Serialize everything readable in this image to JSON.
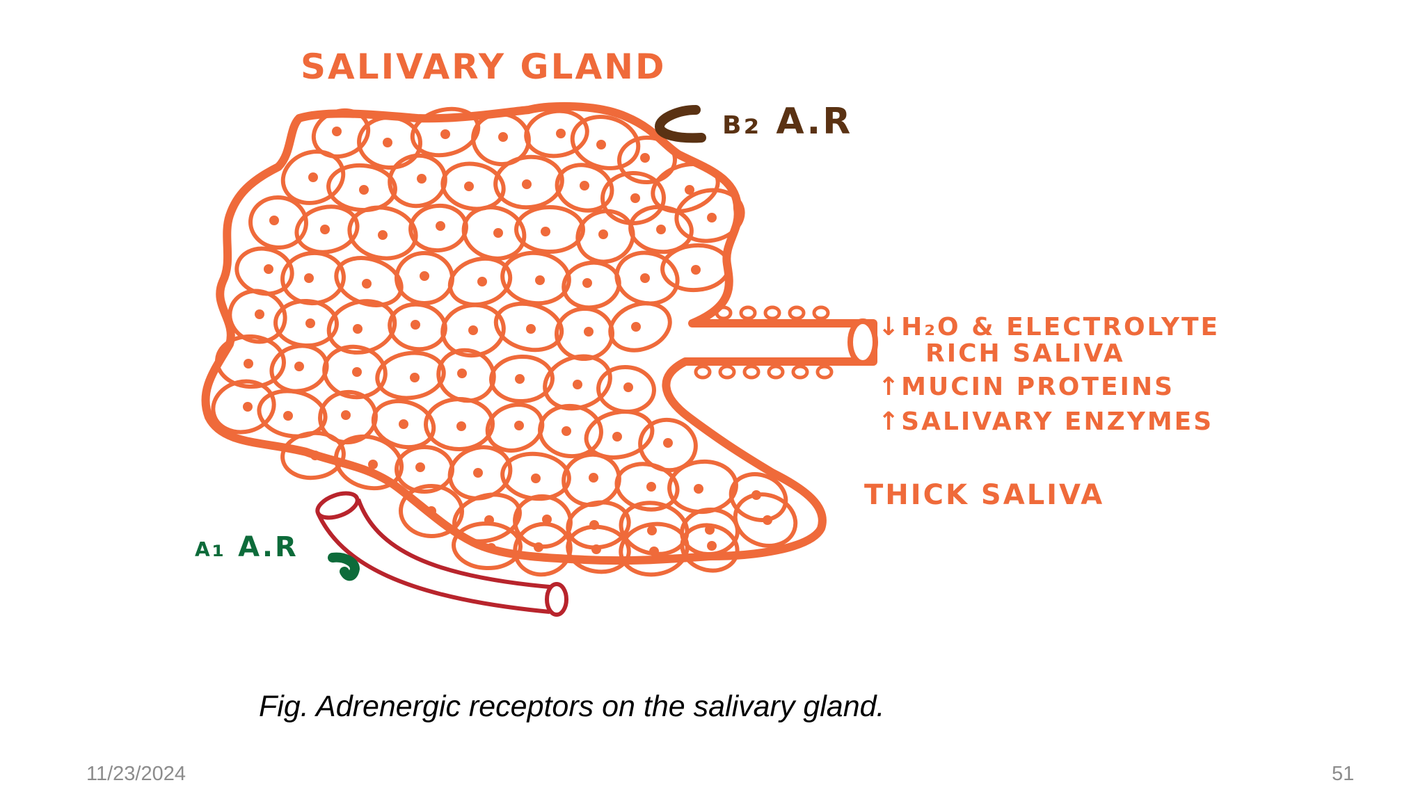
{
  "diagram": {
    "title": "SALIVARY GLAND",
    "beta_receptor_label": "β₂ A.R",
    "alpha_receptor_label": "α₁ A.R",
    "effects": [
      "↓H₂O & ELECTROLYTE",
      "RICH SALIVA",
      "↑MUCIN PROTEINS",
      "↑SALIVARY ENZYMES"
    ],
    "result": "THICK SALIVA",
    "colors": {
      "gland": "#ef6a3a",
      "beta_receptor": "#5a3213",
      "alpha_receptor": "#0d6b3a",
      "blood_vessel": "#b8242c"
    }
  },
  "caption": "Fig.  Adrenergic receptors on the salivary gland.",
  "footer": {
    "date": "11/23/2024",
    "page_number": "51"
  }
}
